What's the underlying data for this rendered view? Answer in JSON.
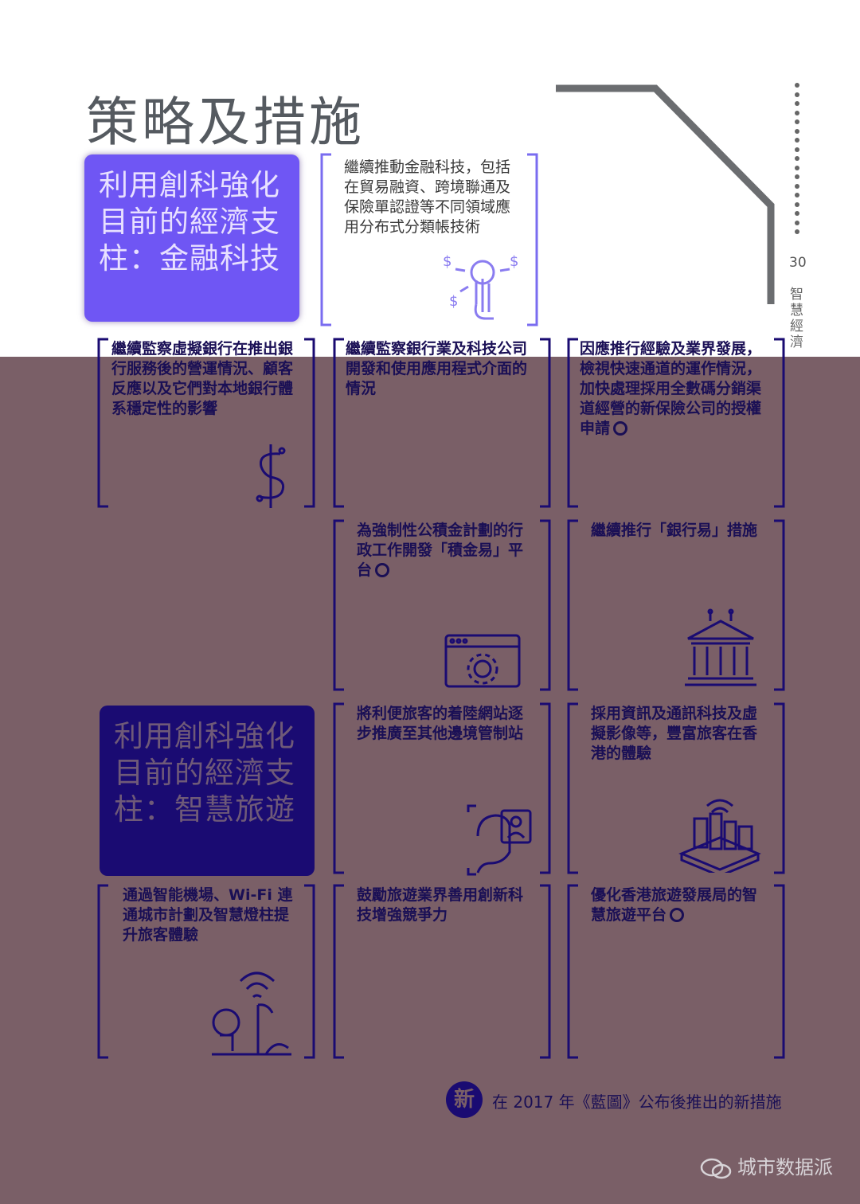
{
  "page_title": "策略及措施",
  "page_number": "30",
  "side_label": "智慧經濟",
  "headings": {
    "fintech": "利用創科強化目前的經濟支柱：金融科技",
    "tourism": "利用創科強化目前的經濟支柱：智慧旅遊"
  },
  "cards": {
    "c1": "繼續推動金融科技，包括在貿易融資、跨境聯通及保險單認證等不同領域應用分布式分類帳技術",
    "c2": "繼續監察虛擬銀行在推出銀行服務後的營運情況、顧客反應以及它們對本地銀行體系穩定性的影響",
    "c3": "繼續監察銀行業及科技公司開發和使用應用程式介面的情況",
    "c4": "因應推行經驗及業界發展，檢視快速通道的運作情況，加快處理採用全數碼分銷渠道經營的新保險公司的授權申請",
    "c5": "為強制性公積金計劃的行政工作開發「積金易」平台",
    "c6": "繼續推行「銀行易」措施",
    "c7": "將利便旅客的着陸網站逐步推廣至其他邊境管制站",
    "c8": "採用資訊及通訊科技及虛擬影像等，豐富旅客在香港的體驗",
    "c9": "通過智能機場、Wi-Fi 連通城市計劃及智慧燈柱提升旅客體驗",
    "c10": "鼓勵旅遊業界善用創新科技增強競爭力",
    "c11": "優化香港旅遊發展局的智慧旅遊平台"
  },
  "legend": {
    "badge": "新",
    "text": "在 2017 年《藍圖》公布後推出的新措施"
  },
  "watermark": "城市数据派",
  "icons": {
    "c1": "touch-money-icon",
    "c2": "digital-dollar-icon",
    "c5": "web-gear-icon",
    "c6": "bank-building-icon",
    "c7": "face-id-icon",
    "c8": "smart-city-icon",
    "c9": "wifi-lamp-park-icon"
  },
  "colors": {
    "accent_purple": "#6f56f4",
    "dark_navy": "#1a0b72",
    "overlay": "#7a5f67"
  }
}
